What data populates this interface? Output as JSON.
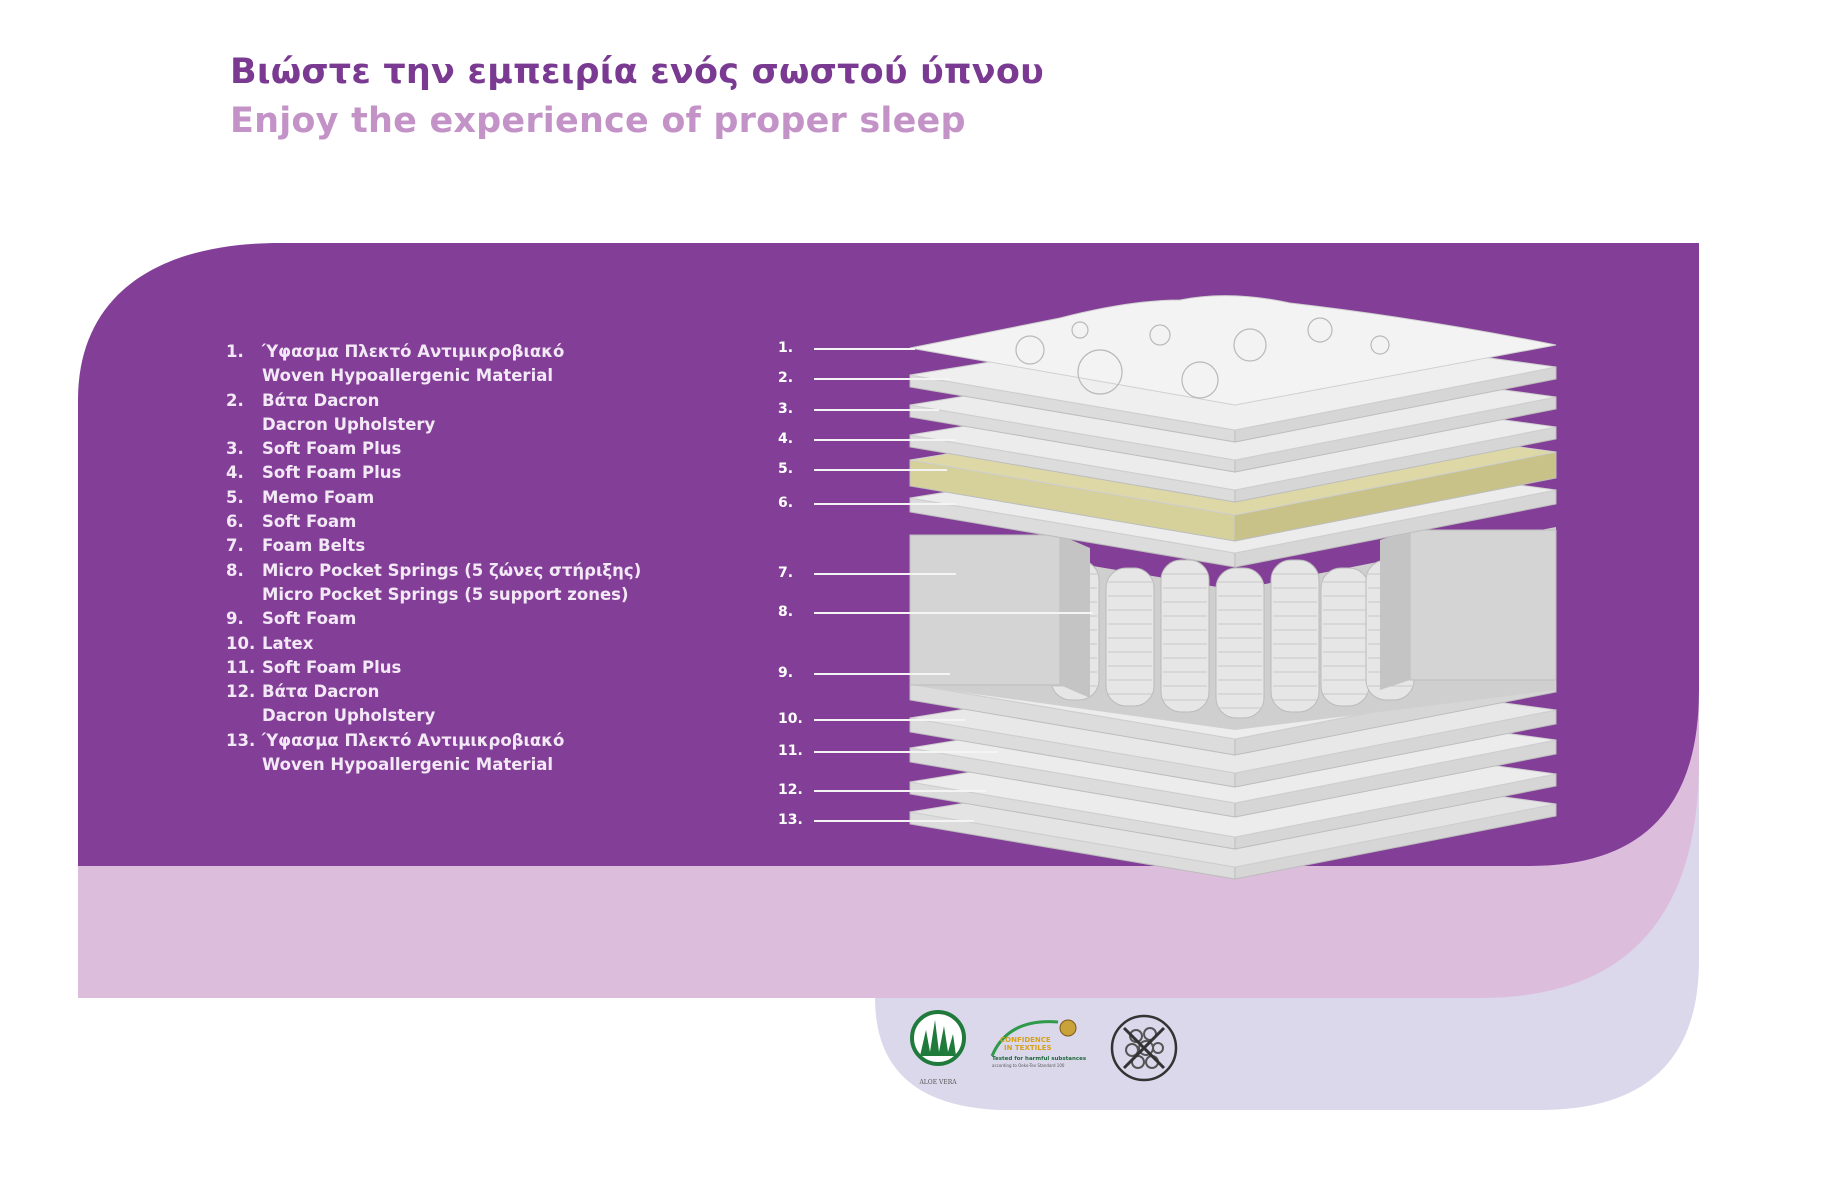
{
  "header": {
    "title_greek": "Βιώστε την εμπειρία ενός σωστού ύπνου",
    "title_english": "Enjoy the experience of proper sleep"
  },
  "legend": [
    {
      "num": "1.",
      "lines": [
        "Ύφασμα Πλεκτό Αντιμικροβιακό",
        "Woven Hypoallergenic Material"
      ]
    },
    {
      "num": "2.",
      "lines": [
        "Βάτα Dacron",
        "Dacron Upholstery"
      ]
    },
    {
      "num": "3.",
      "lines": [
        "Soft Foam Plus"
      ]
    },
    {
      "num": "4.",
      "lines": [
        "Soft Foam Plus"
      ]
    },
    {
      "num": "5.",
      "lines": [
        "Memo Foam"
      ]
    },
    {
      "num": "6.",
      "lines": [
        "Soft Foam"
      ]
    },
    {
      "num": "7.",
      "lines": [
        "Foam Belts"
      ]
    },
    {
      "num": "8.",
      "lines": [
        "Micro Pocket Springs (5 ζώνες στήριξης)",
        "Micro Pocket Springs (5 support zones)"
      ]
    },
    {
      "num": "9.",
      "lines": [
        "Soft Foam"
      ]
    },
    {
      "num": "10.",
      "lines": [
        "Latex"
      ]
    },
    {
      "num": "11.",
      "lines": [
        "Soft Foam Plus"
      ]
    },
    {
      "num": "12.",
      "lines": [
        "Βάτα Dacron",
        "Dacron Upholstery"
      ]
    },
    {
      "num": "13.",
      "lines": [
        "Ύφασμα Πλεκτό Αντιμικροβιακό",
        "Woven Hypoallergenic Material"
      ]
    }
  ],
  "callouts": [
    "1.",
    "2.",
    "3.",
    "4.",
    "5.",
    "6.",
    "7.",
    "8.",
    "9.",
    "10.",
    "11.",
    "12.",
    "13."
  ],
  "logos": {
    "aloe_vera": "ALOE VERA",
    "textile_line1": "CONFIDENCE",
    "textile_line2": "IN TEXTILES",
    "textile_line3": "Tested for harmful substances",
    "textile_line4": "according to Oeko-Tex Standard 100"
  },
  "colors": {
    "purple": "#833f97",
    "pink": "#dcbedc",
    "lavender": "#dcd8ec",
    "memo_foam": "#d8d3a0",
    "foam": "#d9d9d9"
  }
}
